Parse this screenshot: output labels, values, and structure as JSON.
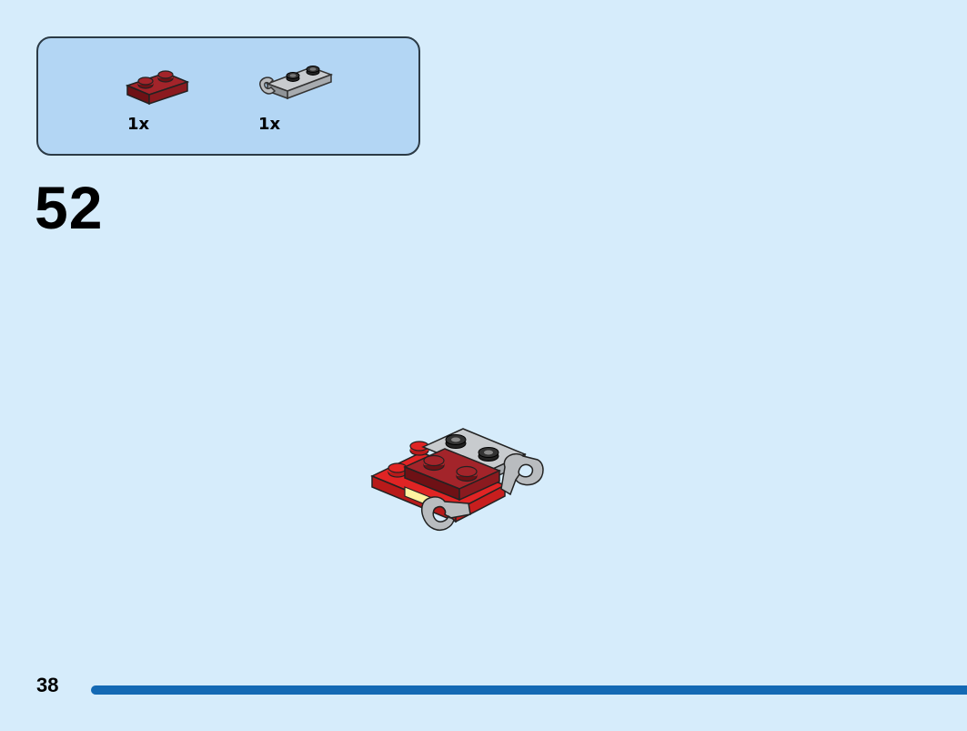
{
  "parts_list": {
    "items": [
      {
        "icon": "dark-red-plate-1x2-icon",
        "color": "#8b1a1f",
        "quantity": "1x"
      },
      {
        "icon": "grey-plate-1x2-with-clips-icon",
        "color": "#b9bcbf",
        "quantity": "1x"
      }
    ]
  },
  "step": {
    "number": "52"
  },
  "footer": {
    "page_number": "38",
    "progress_color": "#1469b4"
  },
  "colors": {
    "page_bg": "#d6ecfb",
    "parts_box_bg": "#b3d6f4",
    "red": "#d42020",
    "dark_red": "#8b1a1f",
    "grey": "#b9bcbf",
    "yellow": "#fff2a0"
  }
}
